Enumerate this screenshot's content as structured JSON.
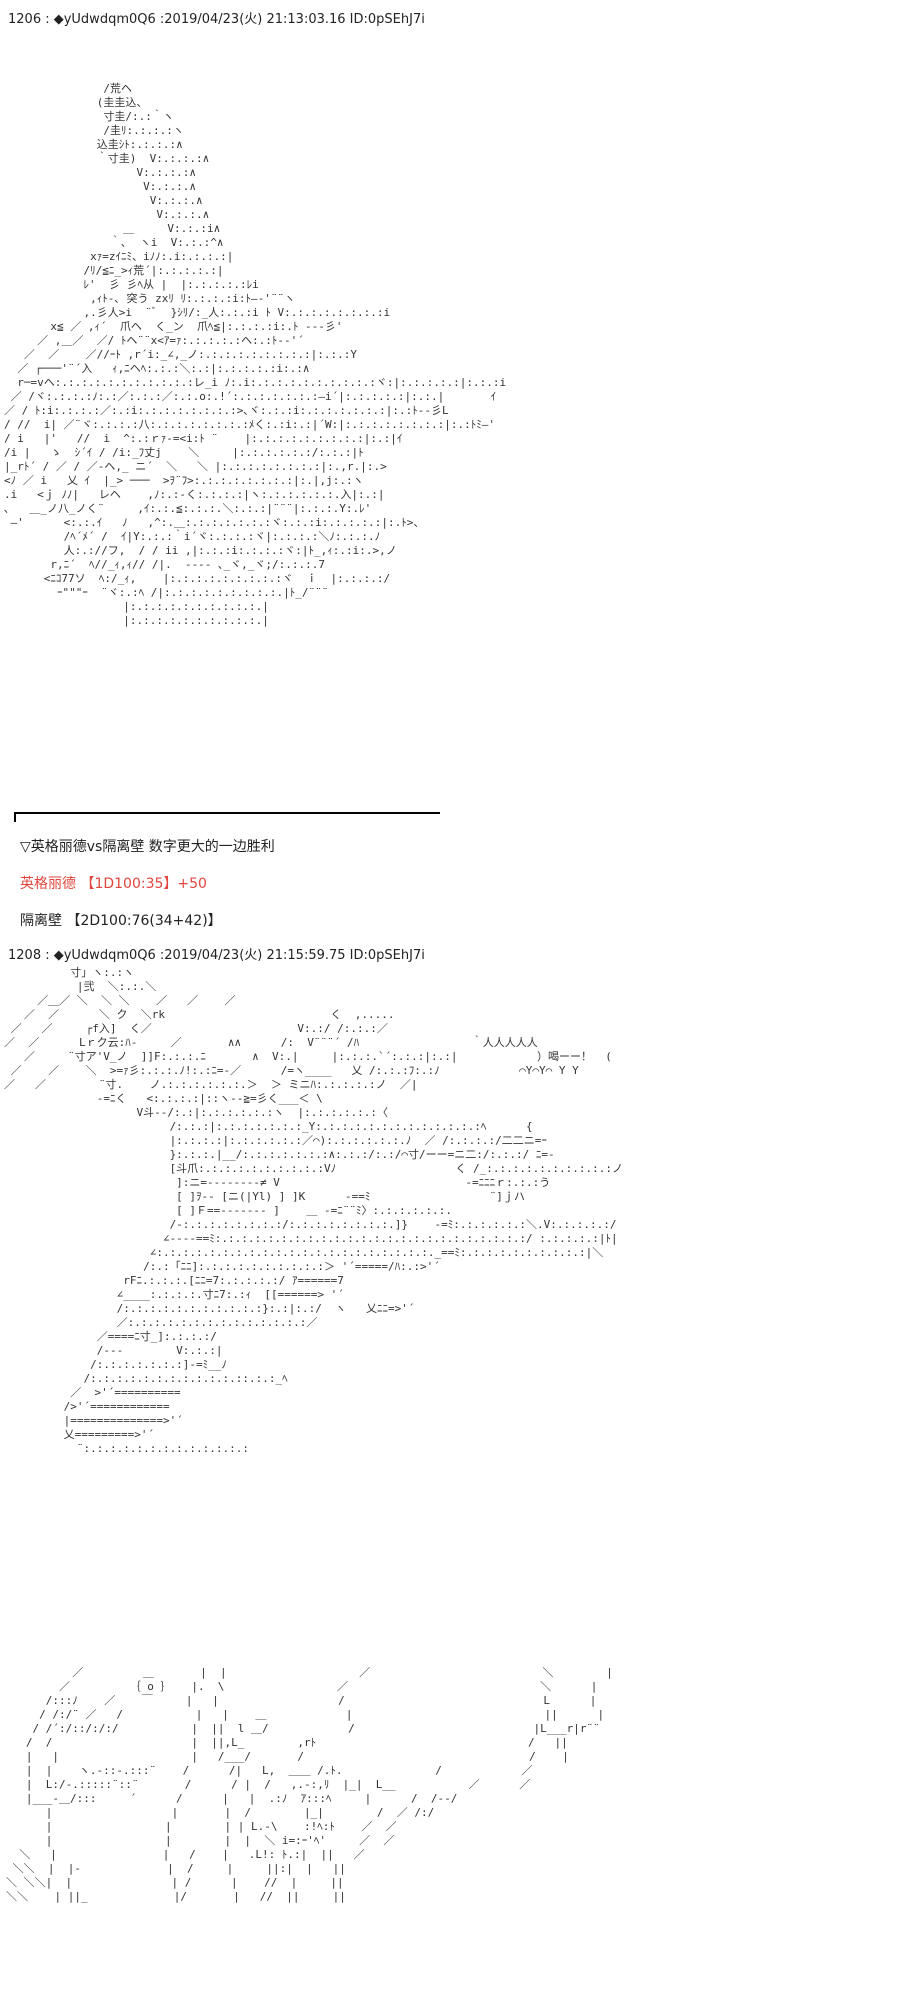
{
  "posts": [
    {
      "header": "1206 : ◆yUdwdqm0Q6 :2019/04/23(火) 21:13:03.16 ID:0pSEhJ7i",
      "art": "               /荒ヘ\n              (圭圭込、\n               寸圭/:.:｀ヽ\n               /圭ﾘ:.:.:.:ヽ\n              込圭ｼﾄ:.:.:.:∧\n              ｀寸圭)  V:.:.:.:∧\n                    V:.:.:.:∧\n                     V:.:.:.∧\n                      V:.:.:.∧\n                       V:.:.:.∧\n                  ＿     V:.:.:i∧\n                ｀､  ヽi  V:.:.:^∧\n             xｧ=zｲﾆﾐ、iﾉﾉ:.i:.:.:.:|\n            /ﾘ/≦ﾆ_>ｨ荒´|:.:.:.:.:|\n            ﾚ'  彡 彡ﾍ从 |  |:.:.:.:.:ﾚi\n             ,ｨﾄ-､ 突う zxﾘ ﾘ:.:.:.:i:ﾄ―‐'¨¨ヽ\n            ,.彡人>i  ¨ﾞ  }ｼﾘ/:_人:.:.:i ﾄ V:.:.:.:.:.:.:.:i\n       x≦ ／ ,ｨ´  爪ヘ  く_ン  爪ﾍ≦|:.:.:.:i:.ﾄ ---彡'\n     ／ ,＿／  ／/ ﾄヘ¨¨x<ｱ=ｧ:.:.:.:.:ヘ:.:ﾄ--'´\n   ／  ／    ／//ｰﾄ ,r´i:_∠,_ノ:.:.:.:.:.:.:.:.:|:.:.:Y\n  ／ ┌───'¨´入   ｨ,ﾆヘﾍ:.:.:＼:.:|:.:.:.:.:i:.:∧\n  r─=vヘ:.:.:.:.:.:.:.:.:.:.:レ_i ﾉ:.i:.:.:.:.:.:.:.:.:.:ヾ:|:.:.:.:.:|:.:.:i\n ／ /ヾ:.:.:.:ﾉ:.:／:.:.:／:.:.o:.!´:.:.:.:.:.:.:―i´|:.:.:.:.:|:.:.|       ｲ\n／ / ﾄ:i:.:.:.:／:.:i:.:.:.:.:.:.:.:>､ヾ:.:.:i:.:.:.:.:.:.:|:.:ﾄ--彡L\n/ //  i| ／¨ヾ:.:.:.:八:.:.:.:.:.:.:.:ﾒく:.:i:.:|´W:|:.:.:.:.:.:.:.:|:.:ﾄﾐ―'\n/ i   |'   //  i  ^:.:ｒｧ-=<i:ﾄ ¨    |:.:.:.:.:.:.:.:.:|:.:|ｲ\n/i |   ゝ  ｼ´ｲ / /i:_ﾌ丈j    ＼     |:.:.:.:.:.:/:.:.:|ﾄ\n|_rﾄ´ / ／ / ／-ヘ,_ ニ´  ＼   ＼ |:.:.:.:.:.:.:.:|:.,r.|:.>\n<ﾉ ／ i   乂 ｲ  |_> ───  >ｦ¨ﾌ>:.:.:.:.:.:.:.:|:.|,j:.:ヽ\n.i   <ｊ ﾉﾉ|   レヘ    ,ﾉ:.:-く:.:.:.:|ヽ:.:.:.:.:.:.入|:.:|\n､   ＿_ノ八_ノく¨     ,ｲ:.:.≦:.:.:.＼:.:.:|¨¨¨|:.:.:.Y:.ﾚ'\n ―'      <:.:.ｲ   ﾉ   ,^:.＿:.:.:.:.:.:.:ヾ:.:.:i:.:.:.:.:|:.ﾄ>、\n         /ﾍ´ﾒ´ /  ｲ|Y:.:.:｀i´ヾ:.:.:.:ヾ|:.:.:.:＼ﾉ:.:.:.ﾉ\n         人:.://フ,  / / ii ,|:.:.:i:.:.:.:ヾ:|ﾄ_,ｨ:.:i:.>,ノ\n       r,ﾆ´  ﾍ//_ｨ,ｨ// /|.  ---- ､_ヾ,_ヾ;/:.:.:.7\n      <ﾆｺ77ソ  ﾍ:/_ｨ,    |:.:.:.:.:.:.:.:.:ヾ  ｉ  |:.:.:.:/\n        ｰ\"\"\"ｰ  ¨ヾ:.:ﾍ /|:.:.:.:.:.:.:.:.:.|ﾄ_/¨¨¨\n                  |:.:.:.:.:.:.:.:.:.:.|\n                  |:.:.:.:.:.:.:.:.:.:.|"
    },
    {
      "header": "1208 : ◆yUdwdqm0Q6 :2019/04/23(火) 21:15:59.75 ID:0pSEhJ7i",
      "art": "          寸」ヽ:.:ヽ\n           |弐  ＼:.:.＼\n     ／＿／ ＼  ＼ ＼    ／   ／    ／\n   ／  ／      ＼ ク  ＼rk                         く  ,.....\n ／   ／     ┌f入]  く／                      V:.:/ /:.:.:／\n／  ／      Lｒク云:ﾊ-     ／       ∧∧      /:  V¨¨¨´ /ﾊ                 ｀人人人人人\n   ／     ¨寸ア'V_ノ  ]]F:.:.:.ﾆ       ∧  V:.|     |:.:.:.`´:.:.:|:.:|            ）喝ーー！  (\n ／    ／    ＼  >=ｧ彡:.:.:.ﾉ!:.:ﾆ=-／      /=ヽ____   乂 /:.:.:ﾌ:.:ﾉ            ⌒Y⌒Y⌒ Y Y\n／   ／        ¨寸.    ノ.:.:.:.:.:.:.＞  ＞ ミニﾊ:.:.:.:.:ノ  ／|\n              -=ﾆく   <:.:.:.:|::ヽ--≧=彡く___＜ \\\n                    V斗--/:.:|:.:.:.:.:.:ヽ  |:.:.:.:.:.:〈\n                         /:.:.:|:.:.:.:.:.:.:_Y:.:.:.:.:.:.:.:.:.:.:.:.:ﾍ      {\n                         |:.:.:.:|:.:.:.:.:.:／⌒):.:.:.:.:.:.ﾉ  ／ /:.:.:.:/二二ニ=ｰ\n                         }:.:.:.|__/:.:.:.:.:.:.:∧:.:.:/:.:/⌒寸/ーー=ニ二:/:.:.:/ ﾆ=-\n                         [斗爪:.:.:.:.:.:.:.:.:.:Vﾉ                  く /_:.:.:.:.:.:.:.:.:.:ノ\n                          ]:ニ=--------≠ V                            -=ﾆﾆﾆｒ:.:.:う\n                          [ ]ｦ-- [ニ(|Yl) ] ]K      -==ﾐ                  ¨]ｊハ\n                          [ ]Ｆ==------- ]    ＿ -=ﾆ¨¨ﾐ〉:.:.:.:.:.:.\n                         /-:.:.:.:.:.:.:.:/:.:.:.:.:.:.:.:.]}    -=ﾐ:.:.:.:.:.:＼.V:.:.:.:.:/\n                        ∠----==ﾐ:.:.:.:.:.:.:.:.:.:.:.:.:.:.:.:.:.:.:.:.:.:.:.:/ :.:.:.:.:|ﾄ|\n                      ∠:.:.:.:.:.:.:.:.:.:.:.:.:.:.:.:.:.:.:.:.:._==ﾐ:.:.:.:.:.:.:.:.:.:|＼\n                     /:.:「ﾆﾆ]:.:.:.:.:.:.:.:.:.:＞ '´=====/ﾊ:.:>'´\n                  rFﾆ.:.:.:.[ﾆﾆ=7:.:.:.:.:/ ｱ======7\n                 ∠____:.:.:.:.寸ﾆ7:.:ｨ  [[======> '´\n                 /:.:.:.:.:.:.:.:.:.:.:}:.:|:.:/  ヽ   乂ﾆﾆ=>'´\n                 ／:.:.:.:.:.:.:.:.:.:.:.:.:.:／\n              ／====ﾆ寸_]:.:.:.:/\n              /---        V:.:.:|\n             /:.:.:.:.:.:.:]-=ﾐ__ﾉ\n            /:.:.:.:.:.:.:.:.:.:.:.::.:.:_ﾍ\n          ／  >'´==========\n         />'´============\n         |==============>'´\n         乂=========>'´\n           ¨:.:.:.:.:.:.:.:.:.:.:.:.:"
    }
  ],
  "divider": {
    "title": "▽英格丽德vs隔离壁  数字更大的一边胜利",
    "roll_1": "英格丽德  【1D100:35】+50",
    "roll_2": "隔离壁  【2D100:76(34+42)】",
    "roll_1_color": "#e0463c"
  },
  "bottom_art": "          ／         ＿       |  |                    ／                          ＼        |\n        ／         ｛ o ｝   |.  \\                 ／                             ＼      |\n      /:::ﾉ    ／    ￣     |   |                  /                              L      |\n     / /:/¨ ／   /           |   |    ＿            |                             ||      |\n    / /´:/::/:/:/           |  ||  l ＿/            /                           |L___r|r¨¨\n   /  /                     |  ||,L_        ,rﾄ                                /   ||\n   |   |                    |   /___/       /                                  /    |\n   |  |    ヽ.-::-.:::¨    /      /|   L,  ＿＿ /.ﾄ.              /            ／\n   |  L:/-.:::::¨::¨       /      / |  /   ,.-:,ﾘ  |_|  L__           ／      ／\n   |___-＿/:::     ´      /      |   |  .:ﾉ  ｱ:::ﾍ     |      /  /-‐/\n      |                  |       |  /        |_|        /  ／ /:/\n      |                 |        | | L.-\\    :!ﾍ:ﾄ    ／  ／\n      |                 |        |  |  ＼ i=:ｰ'ﾍ'     ／  ／\n  ＼   |                |   /    |   .L!: ﾄ.:|  ||   ／\n ＼＼  |  |-             |  /     |     ||:|  |   ||\n＼ ＼＼|  |               | /      |    //  |     ||\n＼＼    | ||_             |/       |   //  ||     ||"
}
